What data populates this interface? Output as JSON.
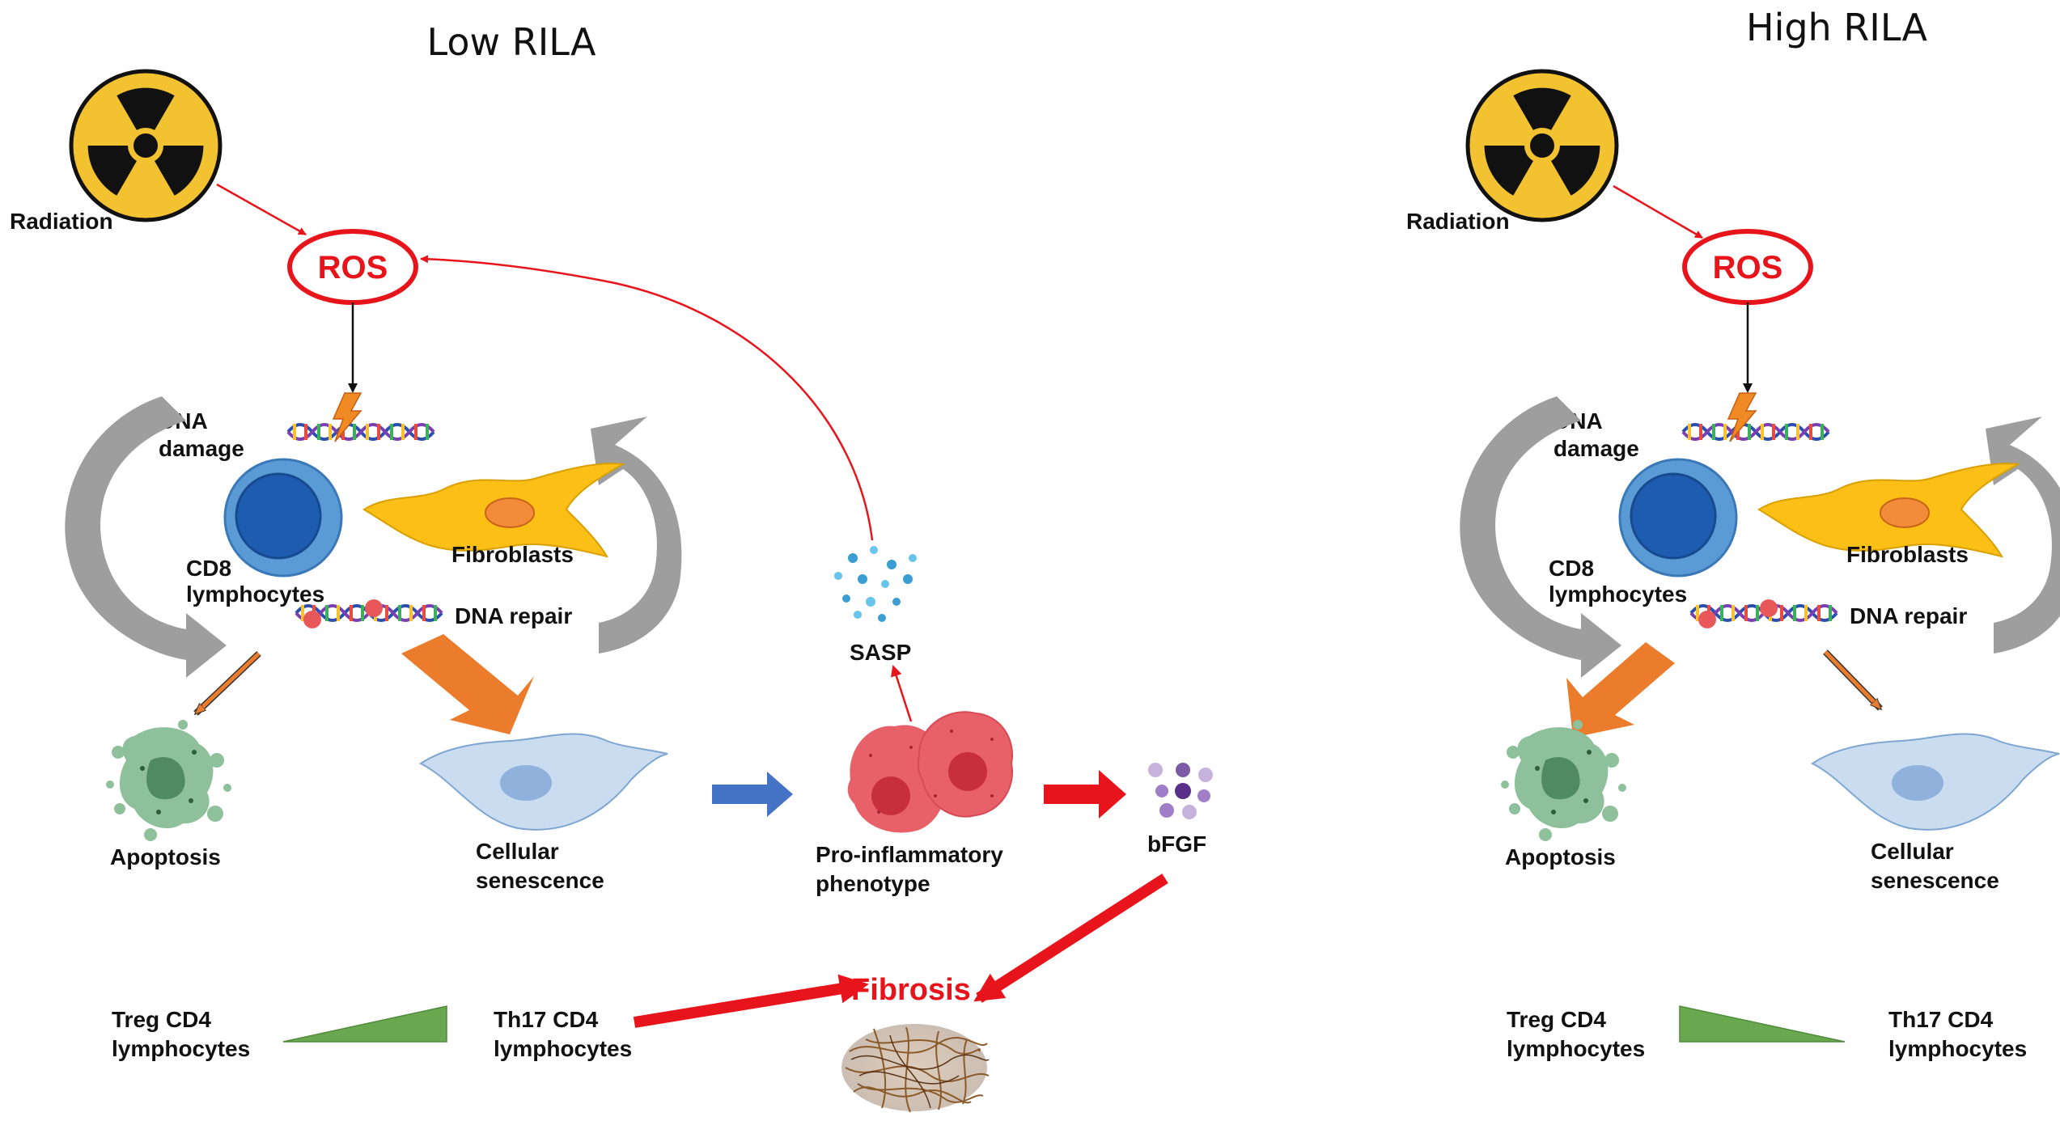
{
  "panels": {
    "left": {
      "title": "Low RILA",
      "radiation": "Radiation",
      "ros": "ROS",
      "dna_damage_1": "DNA",
      "dna_damage_2": "damage",
      "cd8_1": "CD8",
      "cd8_2": "lymphocytes",
      "fibroblasts": "Fibroblasts",
      "dna_repair": "DNA repair",
      "apoptosis": "Apoptosis",
      "senescence_1": "Cellular",
      "senescence_2": "senescence",
      "sasp": "SASP",
      "proinflam_1": "Pro-inflammatory",
      "proinflam_2": "phenotype",
      "bfgf": "bFGF",
      "fibrosis": "Fibrosis",
      "treg_1": "Treg CD4",
      "treg_2": "lymphocytes",
      "th17_1": "Th17  CD4",
      "th17_2": "lymphocytes"
    },
    "right": {
      "title": "High RILA",
      "radiation": "Radiation",
      "ros": "ROS",
      "dna_damage_1": "DNA",
      "dna_damage_2": "damage",
      "cd8_1": "CD8",
      "cd8_2": "lymphocytes",
      "fibroblasts": "Fibroblasts",
      "dna_repair": "DNA repair",
      "apoptosis": "Apoptosis",
      "senescence_1": "Cellular",
      "senescence_2": "senescence",
      "treg_1": "Treg CD4",
      "treg_2": "lymphocytes",
      "th17_1": "Th17  CD4",
      "th17_2": "lymphocytes"
    }
  },
  "colors": {
    "ros_red": "#e8141b",
    "radiation_yellow": "#f2c230",
    "cd8_blue": "#4f8fd6",
    "fibroblast_yellow": "#fbbf16",
    "orange_arrow": "#ea7c2c",
    "senescent_cell": "#c9dcf0",
    "apoptosis_green": "#7fb38d",
    "proinflam_red": "#e86068",
    "blue_arrow": "#4472c4",
    "gradient_green": "#6aa84f",
    "fibrosis_brown": "#8b5a2b"
  }
}
